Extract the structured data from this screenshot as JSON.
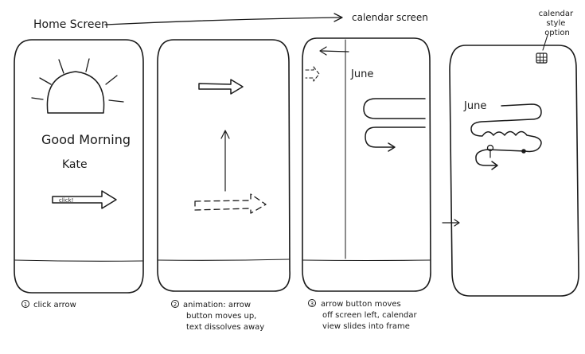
{
  "flow": {
    "home_label": "Home Screen",
    "calendar_label": "calendar screen",
    "calendar_option_label": [
      "calendar",
      "style",
      "option"
    ]
  },
  "screens": [
    {
      "greeting": "Good Morning",
      "name": "Kate",
      "arrow_label": "click!",
      "caption_number": "1",
      "caption": [
        "click arrow"
      ]
    },
    {
      "caption_number": "2",
      "caption": [
        "animation: arrow",
        "button moves up,",
        "text dissolves away"
      ]
    },
    {
      "month": "June",
      "caption_number": "3",
      "caption": [
        "arrow button moves",
        "off screen left, calendar",
        "view slides into frame"
      ]
    },
    {
      "month": "June"
    }
  ],
  "colors": {
    "ink": "#1a1a1a",
    "paper": "#ffffff"
  }
}
